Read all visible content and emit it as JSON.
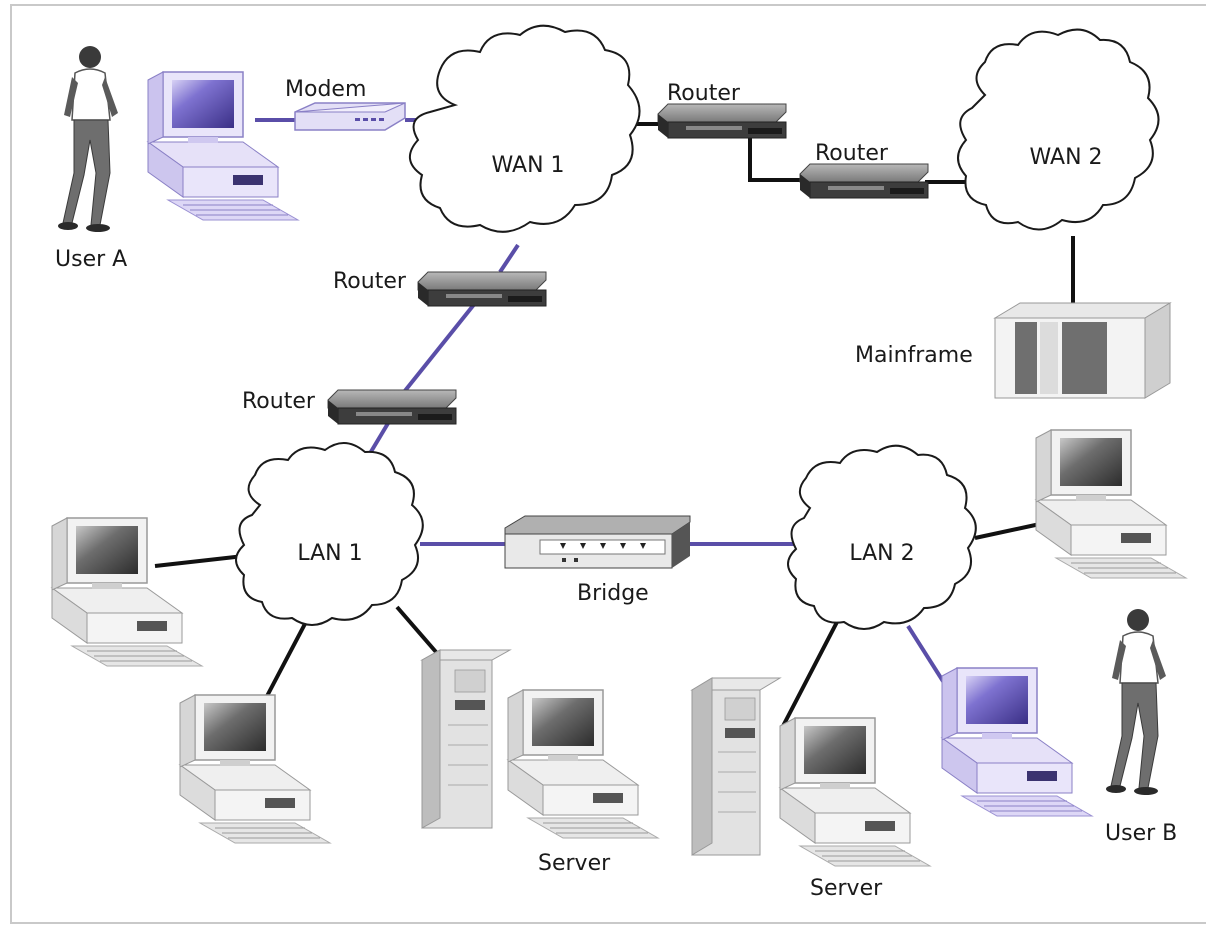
{
  "title": "",
  "clouds": {
    "wan1": "WAN 1",
    "wan2": "WAN 2",
    "lan1": "LAN 1",
    "lan2": "LAN 2"
  },
  "labels": {
    "user_a": "User A",
    "user_b": "User B",
    "modem": "Modem",
    "router_1": "Router",
    "router_2": "Router",
    "router_3": "Router",
    "router_4": "Router",
    "mainframe": "Mainframe",
    "bridge": "Bridge",
    "server_1": "Server",
    "server_2": "Server"
  },
  "colors": {
    "link_blue": "#5a4ea8",
    "link_black": "#111111",
    "highlight_screen": "#6f63c4",
    "highlight_case": "#d9d3f2",
    "device_grey": "#7c7c7c"
  },
  "icons": [
    "person-icon",
    "computer-icon",
    "modem-icon",
    "router-icon",
    "mainframe-icon",
    "bridge-icon",
    "server-tower-icon",
    "cloud-icon"
  ]
}
